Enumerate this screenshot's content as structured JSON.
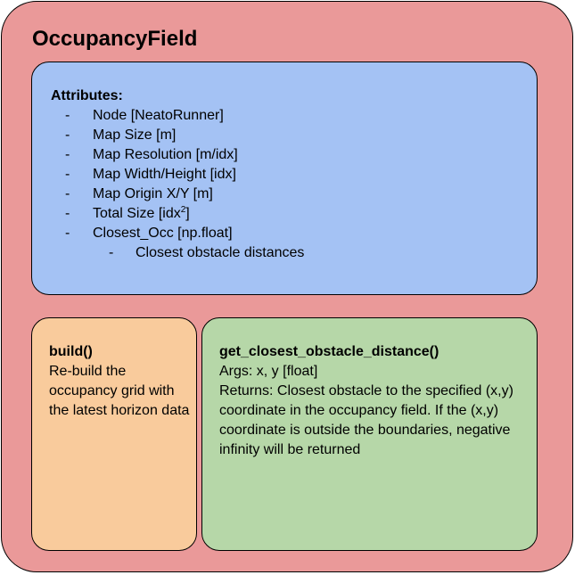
{
  "title": "OccupancyField",
  "attributes": {
    "heading": "Attributes:",
    "bullet": "-",
    "items": [
      {
        "text": "Node [NeatoRunner]"
      },
      {
        "text": "Map Size [m]"
      },
      {
        "text": "Map Resolution [m/idx]"
      },
      {
        "text": "Map Width/Height [idx]"
      },
      {
        "text": "Map Origin X/Y [m]"
      },
      {
        "text": "Total Size [idx",
        "superscript": "2",
        "suffix": "]"
      },
      {
        "text": "Closest_Occ [np.float]"
      }
    ],
    "sub_items": [
      {
        "text": "Closest obstacle distances"
      }
    ]
  },
  "build": {
    "heading": "build()",
    "description": "Re-build the occupancy grid with the latest horizon data"
  },
  "get_closest_obstacle_distance": {
    "heading": "get_closest_obstacle_distance()",
    "args": "Args: x, y [float]",
    "returns": "Returns: Closest obstacle to the specified (x,y) coordinate in the occupancy field. If the (x,y) coordinate is outside the boundaries, negative infinity will be returned"
  },
  "colors": {
    "class_box": "#ea9999",
    "attributes_box": "#a4c2f4",
    "build_box": "#f9cb9c",
    "method_box": "#b6d7a8"
  }
}
